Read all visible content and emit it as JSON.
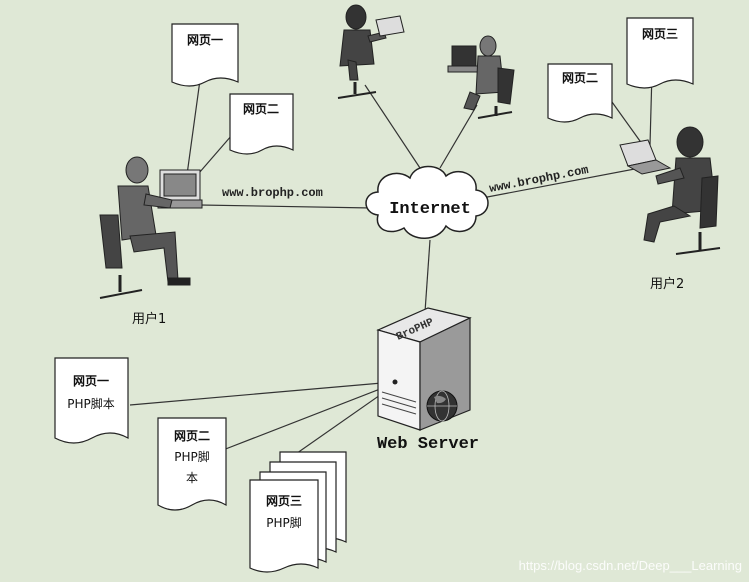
{
  "diagram": {
    "cloud_label": "Internet",
    "server_label": "Web Server",
    "server_brand": "BroPHP",
    "link_label_user1": "www.brophp.com",
    "link_label_user2": "www.brophp.com",
    "user1_label": "用户1",
    "user2_label": "用户2",
    "user1_docs": [
      {
        "title": "网页一"
      },
      {
        "title": "网页二"
      }
    ],
    "user2_docs": [
      {
        "title": "网页三"
      },
      {
        "title": "网页二"
      }
    ],
    "server_docs": [
      {
        "title": "网页一",
        "line2": "PHP脚本",
        "line3": ""
      },
      {
        "title": "网页二",
        "line2": "PHP脚",
        "line3": "本"
      },
      {
        "title": "网页三",
        "line2": "PHP脚",
        "line3": ""
      }
    ],
    "watermark": "https://blog.csdn.net/Deep___Learning"
  },
  "colors": {
    "background": "#dfe8d6",
    "ink": "#1e1e1e",
    "paper": "#ffffff",
    "person": "#555555"
  }
}
